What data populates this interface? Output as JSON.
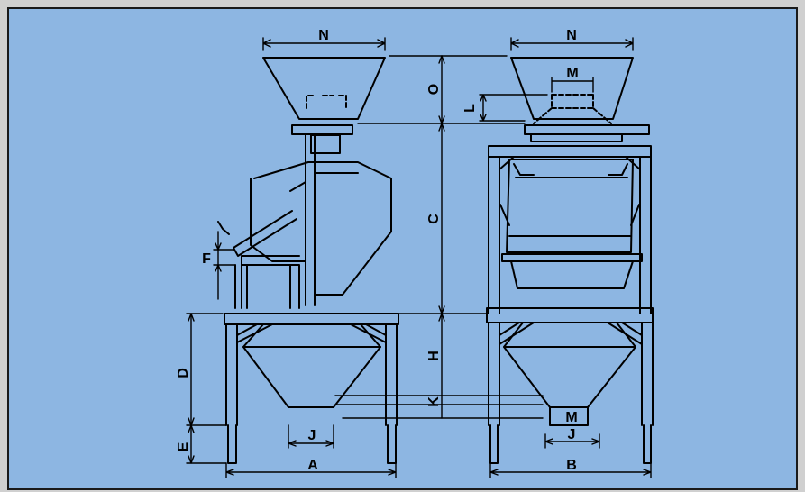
{
  "drawing": {
    "title": "",
    "colors": {
      "background": "#8db6e2",
      "frame": "#d0d0d0",
      "ink": "#000000"
    },
    "views": {
      "side": {
        "width_label": "N",
        "depth_label": "A",
        "lower_height_label": "D",
        "leg_height_label": "E",
        "spout_label": "F",
        "outlet_width_label": "J"
      },
      "front": {
        "width_label": "N",
        "inlet_width_label": "M",
        "inlet_drop_label": "L",
        "base_width_label": "B",
        "outlet_width_label": "M",
        "outlet_frame_label": "J"
      },
      "height_stack": {
        "hopper_label": "O",
        "body_label": "C",
        "cone_label": "H",
        "outlet_label": "K"
      }
    }
  }
}
